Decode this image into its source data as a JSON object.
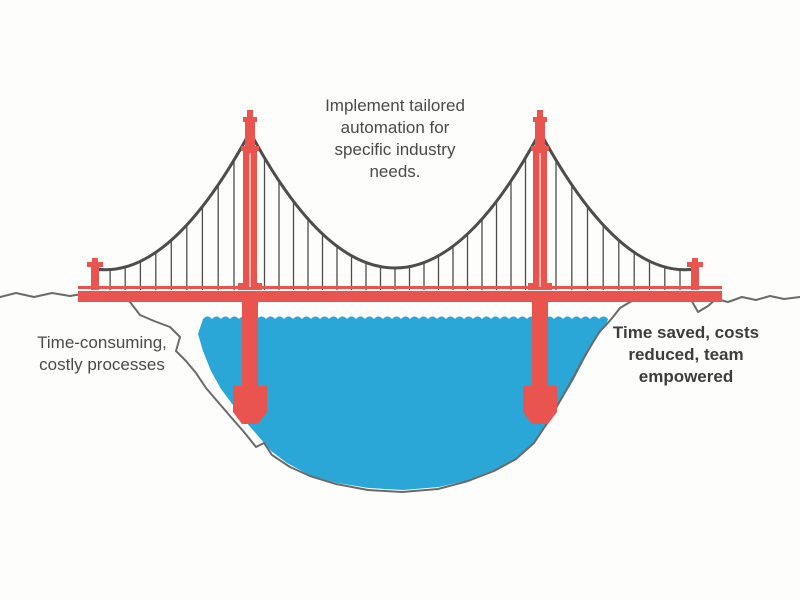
{
  "diagram": {
    "type": "bridge-metaphor-infographic",
    "labels": {
      "top": "Implement tailored automation for specific industry needs.",
      "left": "Time-consuming, costly processes",
      "right": "Time saved, costs reduced, team empowered"
    }
  },
  "colors": {
    "bridge_red": "#e9544e",
    "water_blue": "#2aa7d6",
    "terrain_gray": "#6a6a6a",
    "cable_gray": "#4d4d4d",
    "text_dark": "#4a4a4a",
    "background": "#fdfdfb"
  }
}
